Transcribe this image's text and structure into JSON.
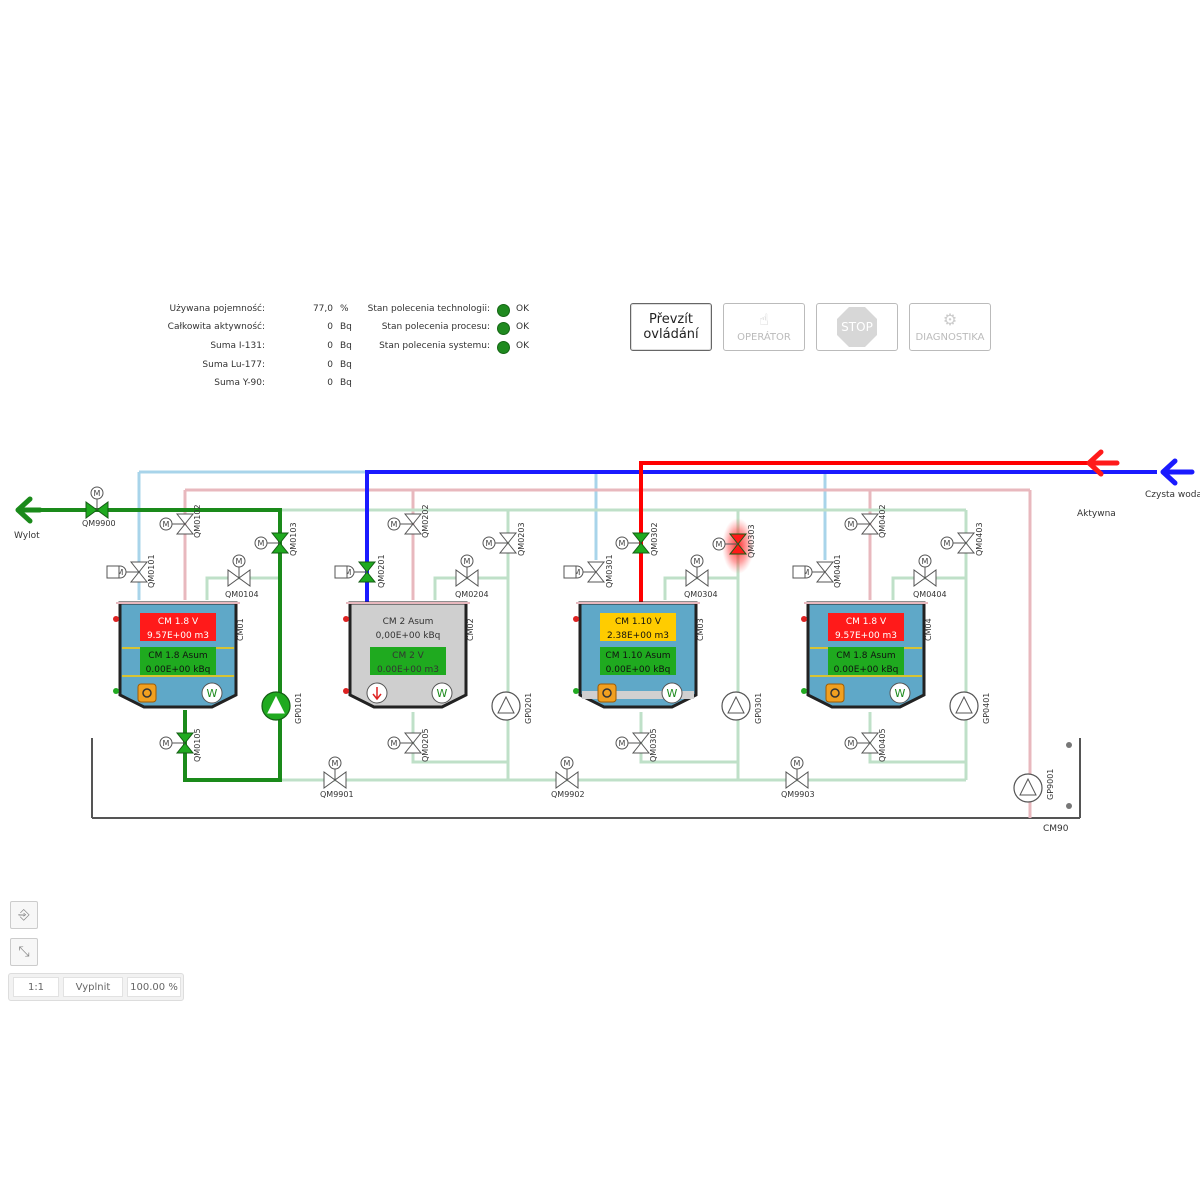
{
  "stats": [
    {
      "label": "Używana pojemność:",
      "value": "77,0",
      "unit": "%"
    },
    {
      "label": "Całkowita aktywność:",
      "value": "0",
      "unit": "Bq"
    },
    {
      "label": "Suma I-131:",
      "value": "0",
      "unit": "Bq"
    },
    {
      "label": "Suma Lu-177:",
      "value": "0",
      "unit": "Bq"
    },
    {
      "label": "Suma Y-90:",
      "value": "0",
      "unit": "Bq"
    }
  ],
  "status": [
    {
      "label": "Stan polecenia technologii:",
      "value": "OK"
    },
    {
      "label": "Stan polecenia procesu:",
      "value": "OK"
    },
    {
      "label": "Stan polecenia systemu:",
      "value": "OK"
    }
  ],
  "buttons": {
    "take_control_line1": "Převzít",
    "take_control_line2": "ovládání",
    "operator": "OPERÁTOR",
    "stop": "STOP",
    "diagnostics": "DIAGNOSTIKA"
  },
  "flows": {
    "outlet": "Wylot",
    "clean_water": "Czysta woda",
    "active": "Aktywna"
  },
  "tanks": [
    {
      "id": "CM01",
      "lines": [
        "CM 1.8 V",
        "9.57E+00 m3",
        "CM 1.8 Asum",
        "0.00E+00 kBq"
      ]
    },
    {
      "id": "CM02",
      "lines": [
        "CM 2 Asum",
        "0,00E+00 kBq",
        "CM 2 V",
        "0.00E+00 m3"
      ]
    },
    {
      "id": "CM03",
      "lines": [
        "CM 1.10 V",
        "2.38E+00 m3",
        "CM 1.10 Asum",
        "0.00E+00 kBq"
      ]
    },
    {
      "id": "CM04",
      "lines": [
        "CM 1.8 V",
        "9.57E+00 m3",
        "CM 1.8 Asum",
        "0.00E+00 kBq"
      ]
    }
  ],
  "devices": {
    "QM9900": "QM9900",
    "QM0101": "QM0101",
    "QM0102": "QM0102",
    "QM0103": "QM0103",
    "QM0104": "QM0104",
    "QM0105": "QM0105",
    "GP0101": "GP0101",
    "QM0201": "QM0201",
    "QM0202": "QM0202",
    "QM0203": "QM0203",
    "QM0204": "QM0204",
    "QM0205": "QM0205",
    "GP0201": "GP0201",
    "QM0301": "QM0301",
    "QM0302": "QM0302",
    "QM0303": "QM0303",
    "QM0304": "QM0304",
    "QM0305": "QM0305",
    "GP0301": "GP0301",
    "QM0401": "QM0401",
    "QM0402": "QM0402",
    "QM0403": "QM0403",
    "QM0404": "QM0404",
    "QM0405": "QM0405",
    "GP0401": "GP0401",
    "QM9901": "QM9901",
    "QM9902": "QM9902",
    "QM9903": "QM9903",
    "GP9001": "GP9001",
    "CM90": "CM90"
  },
  "zoom": {
    "one_to_one": "1:1",
    "fill": "Vyplnit",
    "percent": "100.00 %"
  },
  "icons": {
    "login": "login-icon",
    "fit": "collapse-icon",
    "motor": "motor-icon",
    "radiation": "radiation-icon",
    "water": "water-icon"
  },
  "colors": {
    "clean_water": "#1a1aff",
    "active": "#ff0000",
    "outlet": "#1a8a1a",
    "pipe_light_green": "#bfe0c8",
    "pipe_light_blue": "#a8d4ea",
    "pipe_light_red": "#e8b8be",
    "tank_blue": "#5fa8c8",
    "tank_grey": "#cfcfcf",
    "alarm_red": "#ff1a1a",
    "warn_yellow": "#ffcc00",
    "ok_green": "#1faa1f"
  }
}
